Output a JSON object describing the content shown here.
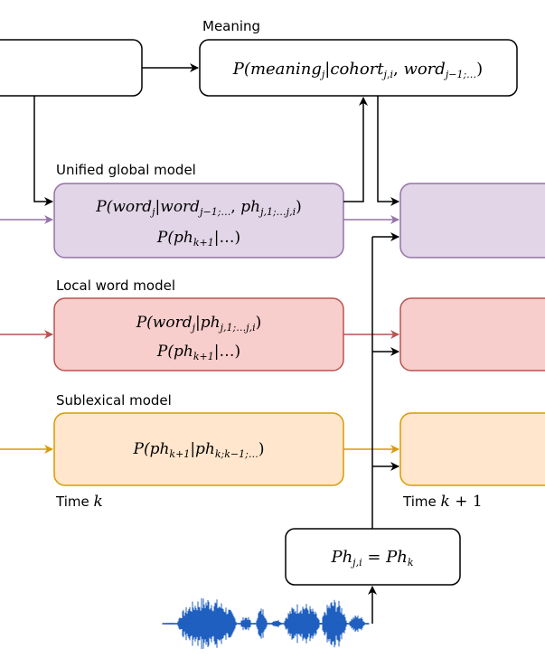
{
  "labels": {
    "meaning": "Meaning",
    "unified": "Unified global model",
    "local": "Local word model",
    "sublexical": "Sublexical model",
    "time_k_prefix": "Time ",
    "time_k_var": "k",
    "time_k1_prefix": "Time ",
    "time_k1_var": "k",
    "time_k1_rest": " + 1"
  },
  "equations": {
    "meaning": {
      "p": "P(",
      "w1": "meaning",
      "s1": "j",
      "bar": "|",
      "w2": "cohort",
      "s2": "j,i",
      "comma": ", ",
      "w3": "word",
      "s3": "j−1;…",
      "close": ")"
    },
    "unified1": {
      "p": "P(",
      "w1": "word",
      "s1": "j",
      "bar": "|",
      "w2": "word",
      "s2": "j−1;…",
      "comma": ", ",
      "w3": "ph",
      "s3": "j,1;…j,i",
      "close": ")"
    },
    "unified2": {
      "p": "P(",
      "w1": "ph",
      "s1": "k+1",
      "rest": "|…)"
    },
    "local1": {
      "p": "P(",
      "w1": "word",
      "s1": "j",
      "bar": "|",
      "w2": "ph",
      "s2": "j,1;…j,i",
      "close": ")"
    },
    "local2": {
      "p": "P(",
      "w1": "ph",
      "s1": "k+1",
      "rest": "|…)"
    },
    "sublexical": {
      "p": "P(",
      "w1": "ph",
      "s1": "k+1",
      "bar": "|",
      "w2": "ph",
      "s2": "k;k−1;…",
      "close": ")"
    },
    "phoneme": {
      "w1": "Ph",
      "s1": "j,i",
      "eq": " = ",
      "w2": "Ph",
      "s2": "k"
    }
  },
  "colors": {
    "purple_fill": "#e1d5e7",
    "purple_stroke": "#9673a6",
    "red_fill": "#f8cecc",
    "red_stroke": "#b85450",
    "orange_fill": "#ffe6cc",
    "orange_stroke": "#d79b00",
    "wave": "#1f5fbf"
  }
}
